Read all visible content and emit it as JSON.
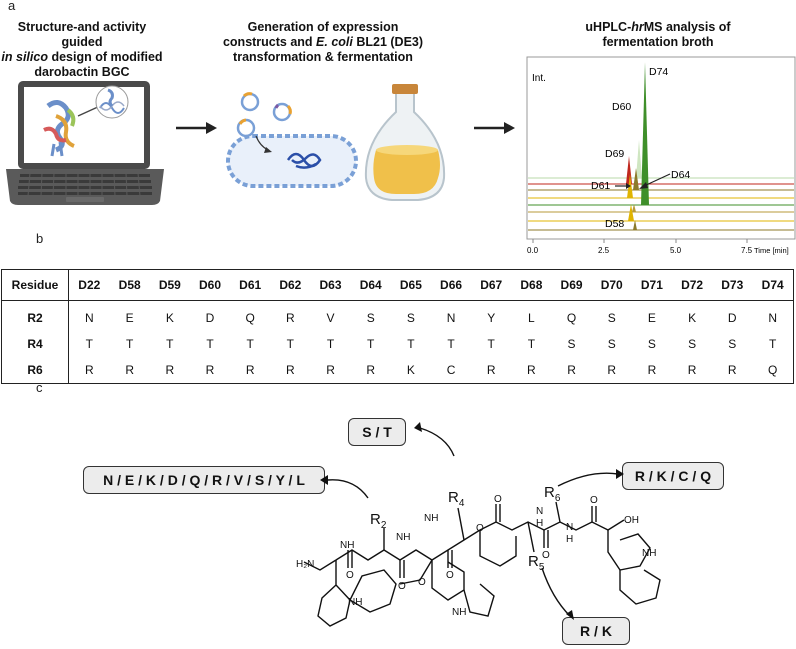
{
  "panels": {
    "a": "a",
    "b": "b",
    "c": "c"
  },
  "steps": {
    "step1": {
      "line1": "Structure-and activity guided",
      "line2_italic": "in silico",
      "line2_rest": " design of modified",
      "line3": "darobactin BGC"
    },
    "step2": {
      "line1": "Generation of expression",
      "line2_pre": "constructs and ",
      "line2_italic": "E. coli",
      "line2_post": " BL21 (DE3)",
      "line3": "transformation & fermentation"
    },
    "step3": {
      "line1_pre": "uHPLC-",
      "line1_italic": "hr",
      "line1_post": "MS analysis of",
      "line2": "fermentation broth"
    }
  },
  "chromatogram": {
    "y_label": "Int.",
    "x_ticks": [
      "0.0",
      "2.5",
      "5.0",
      "7.5"
    ],
    "x_label": "Time [min]",
    "peak_labels": [
      "D74",
      "D60",
      "D69",
      "D64",
      "D61",
      "D58"
    ],
    "colors": {
      "green": "#3f8f2a",
      "red": "#c0271e",
      "yellow": "#e0b400",
      "olive": "#8c7a2a"
    }
  },
  "table": {
    "header_label": "Residue",
    "columns": [
      "D22",
      "D58",
      "D59",
      "D60",
      "D61",
      "D62",
      "D63",
      "D64",
      "D65",
      "D66",
      "D67",
      "D68",
      "D69",
      "D70",
      "D71",
      "D72",
      "D73",
      "D74"
    ],
    "rows": [
      {
        "label": "R2",
        "values": [
          "N",
          "E",
          "K",
          "D",
          "Q",
          "R",
          "V",
          "S",
          "S",
          "N",
          "Y",
          "L",
          "Q",
          "S",
          "E",
          "K",
          "D",
          "N"
        ]
      },
      {
        "label": "R4",
        "values": [
          "T",
          "T",
          "T",
          "T",
          "T",
          "T",
          "T",
          "T",
          "T",
          "T",
          "T",
          "T",
          "S",
          "S",
          "S",
          "S",
          "S",
          "T"
        ]
      },
      {
        "label": "R6",
        "values": [
          "R",
          "R",
          "R",
          "R",
          "R",
          "R",
          "R",
          "R",
          "K",
          "C",
          "R",
          "R",
          "R",
          "R",
          "R",
          "R",
          "R",
          "Q"
        ]
      }
    ]
  },
  "structure": {
    "box_r2": "N / E / K / D / Q / R / V / S / Y / L",
    "box_r4": "S / T",
    "box_r6": "R / K / C / Q",
    "box_r5": "R / K",
    "labels": {
      "R2": "R",
      "R2_sub": "2",
      "R4": "R",
      "R4_sub": "4",
      "R5": "R",
      "R5_sub": "5",
      "R6": "R",
      "R6_sub": "6",
      "H2N": "H₂N",
      "NH": "NH",
      "N_H": "N",
      "H": "H",
      "OH": "OH",
      "O": "O"
    }
  }
}
